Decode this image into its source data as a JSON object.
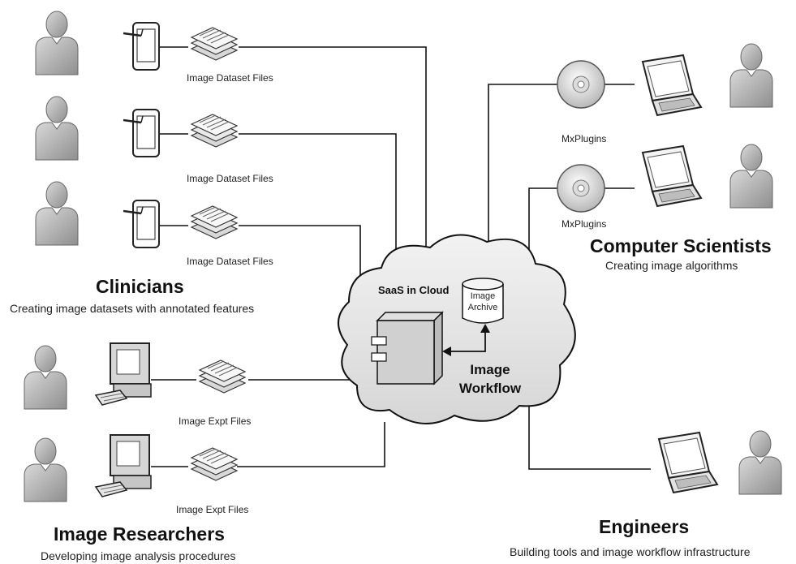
{
  "cloud": {
    "label": "SaaS in Cloud",
    "archive_line1": "Image",
    "archive_line2": "Archive",
    "workflow_line1": "Image",
    "workflow_line2": "Workflow"
  },
  "clinicians": {
    "title": "Clinicians",
    "subtitle": "Creating image datasets with annotated features",
    "file_labels": [
      "Image Dataset Files",
      "Image Dataset Files",
      "Image Dataset Files"
    ]
  },
  "researchers": {
    "title": "Image Researchers",
    "subtitle": "Developing image analysis procedures",
    "file_labels": [
      "Image Expt Files",
      "Image Expt Files"
    ]
  },
  "computer_scientists": {
    "title": "Computer Scientists",
    "subtitle": "Creating image algorithms",
    "plugin_labels": [
      "MxPlugins",
      "MxPlugins"
    ]
  },
  "engineers": {
    "title": "Engineers",
    "subtitle": "Building tools and image workflow infrastructure"
  },
  "colors": {
    "line": "#111111",
    "cloud_fill": "#e6e6e6",
    "person_fill": "#bdbdbd",
    "device_fill": "#d0d0d0"
  }
}
